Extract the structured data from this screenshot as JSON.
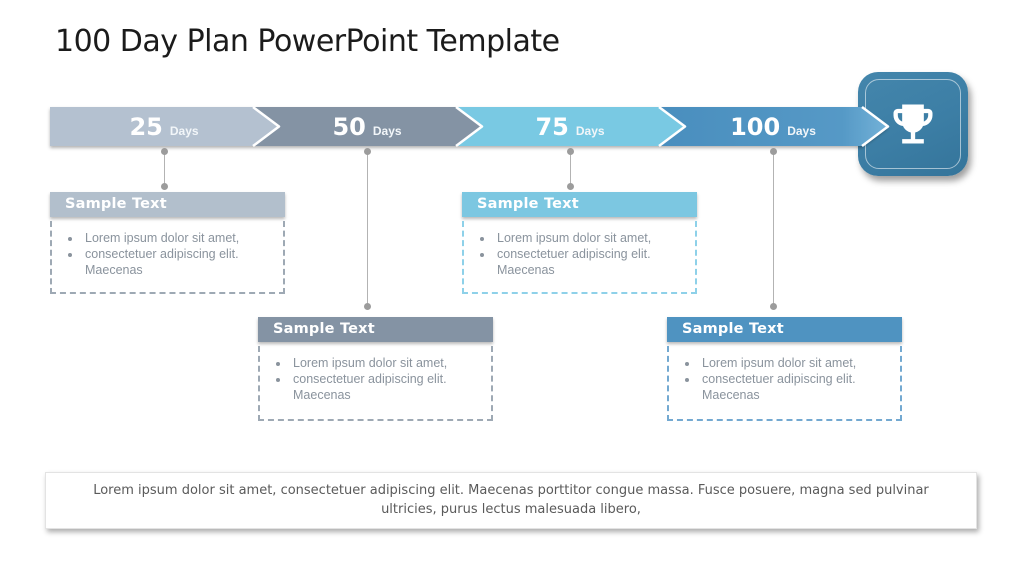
{
  "slide": {
    "title": "100 Day Plan PowerPoint Template"
  },
  "timeline": {
    "milestones": [
      {
        "number": "25",
        "unit": "Days",
        "color": "#b4c1d0",
        "box": {
          "position": "top",
          "header": "Sample Text",
          "bullets": [
            "Lorem ipsum dolor sit amet,",
            "consectetuer adipiscing elit. Maecenas"
          ]
        }
      },
      {
        "number": "50",
        "unit": "Days",
        "color": "#8493a4",
        "box": {
          "position": "bottom",
          "header": "Sample Text",
          "bullets": [
            "Lorem ipsum dolor sit amet,",
            "consectetuer adipiscing elit. Maecenas"
          ]
        }
      },
      {
        "number": "75",
        "unit": "Days",
        "color": "#79c9e3",
        "box": {
          "position": "top",
          "header": "Sample Text",
          "bullets": [
            "Lorem ipsum dolor sit amet,",
            "consectetuer adipiscing elit. Maecenas"
          ]
        }
      },
      {
        "number": "100",
        "unit": "Days",
        "color": "#4e92c0",
        "box": {
          "position": "bottom",
          "header": "Sample Text",
          "bullets": [
            "Lorem ipsum dolor sit amet,",
            "consectetuer adipiscing elit. Maecenas"
          ]
        }
      }
    ],
    "goal_icon": "trophy",
    "goal_tile_color": "#3c7ea5",
    "separator_color": "#ffffff"
  },
  "footer": {
    "text": "Lorem ipsum dolor sit amet, consectetuer adipiscing elit. Maecenas porttitor congue massa. Fusce posuere, magna sed pulvinar ultricies, purus lectus malesuada libero,"
  }
}
